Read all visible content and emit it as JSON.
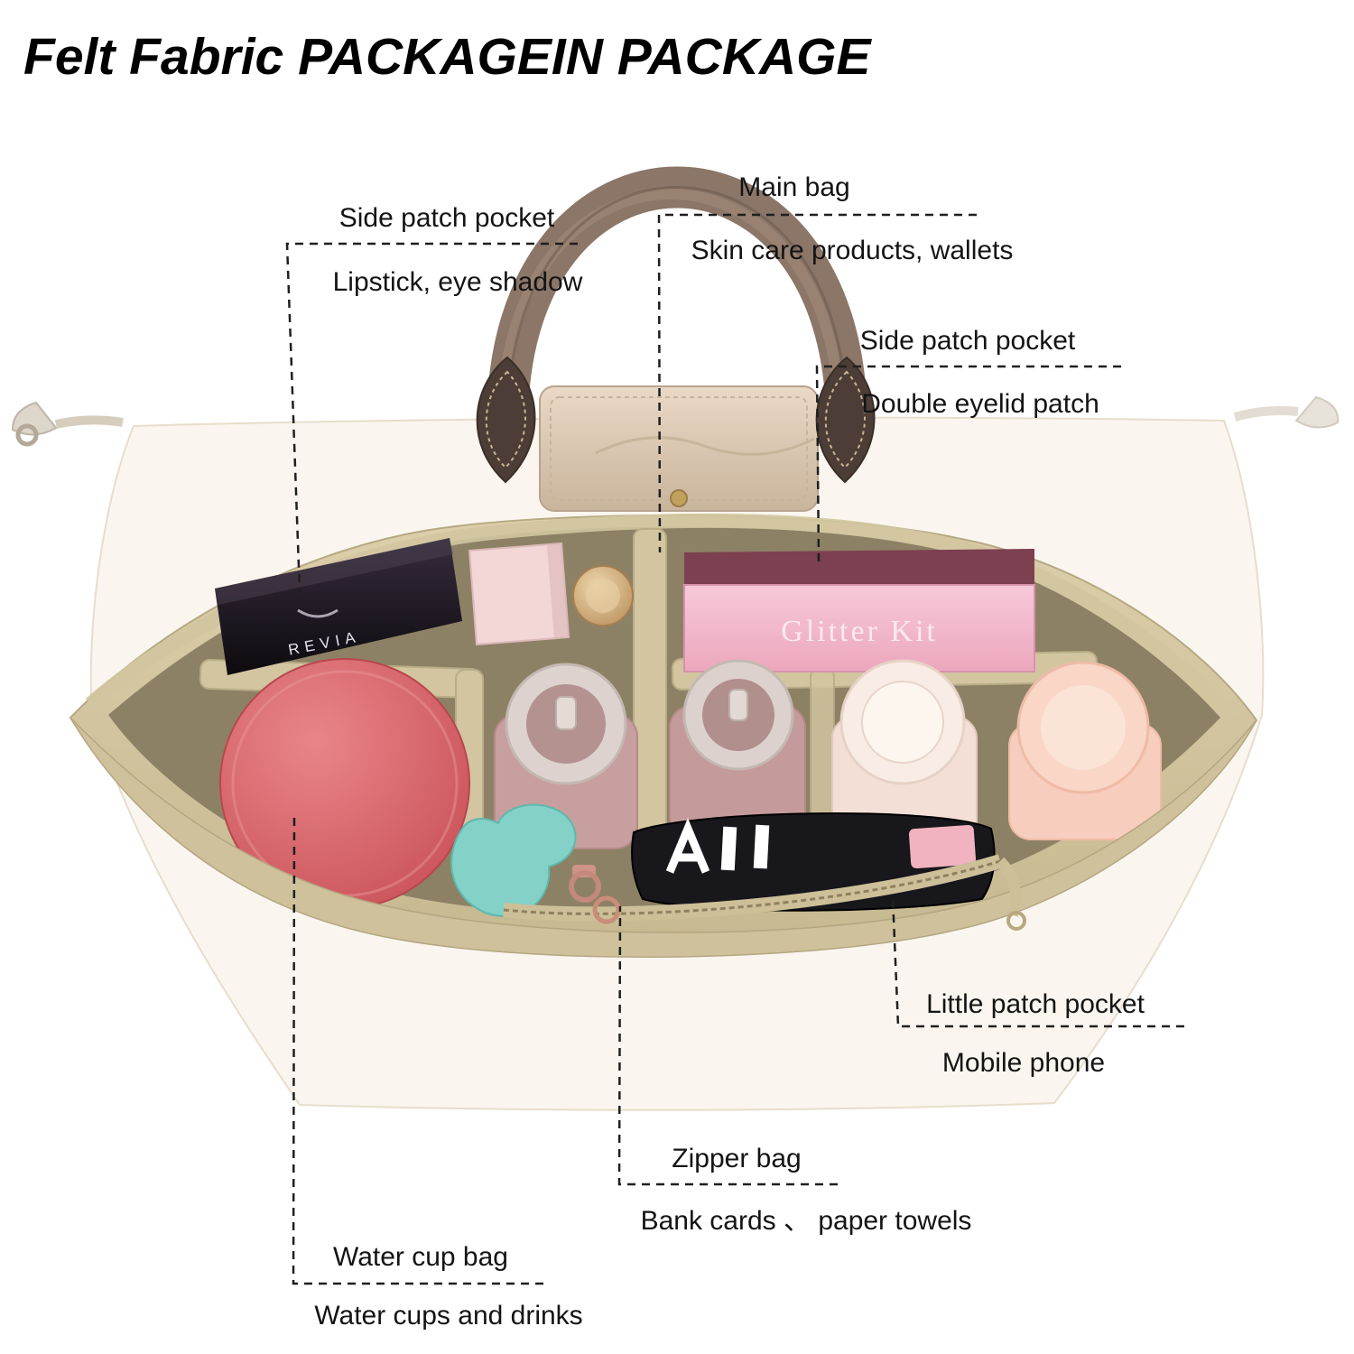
{
  "title": "Felt Fabric PACKAGEIN PACKAGE",
  "annotations": {
    "side_left": {
      "title": "Side patch pocket",
      "desc": "Lipstick, eye shadow"
    },
    "main_bag": {
      "title": "Main bag",
      "desc": "Skin care products, wallets"
    },
    "side_right": {
      "title": "Side patch pocket",
      "desc": "Double eyelid patch"
    },
    "little_pocket": {
      "title": "Little patch pocket",
      "desc": "Mobile phone"
    },
    "zipper_bag": {
      "title": "Zipper bag",
      "desc": "Bank cards 、 paper towels"
    },
    "water_cup": {
      "title": "Water cup bag",
      "desc": "Water cups and drinks"
    }
  },
  "product_text": {
    "pink_box": "Glitter Kit",
    "black_box": "REVIA"
  },
  "colors": {
    "felt": "#d5c8a4",
    "felt_shadow": "#93876a",
    "handle": "#8b7668",
    "handle_tab": "#4c3e36",
    "flap": "#e0d0bd",
    "red_cup": "#d6595f",
    "pink_box": "#f2bccd",
    "teal_item": "#84d1c8",
    "bag_body": "#f9f4ec",
    "leader_line": "#1f1f1f"
  }
}
